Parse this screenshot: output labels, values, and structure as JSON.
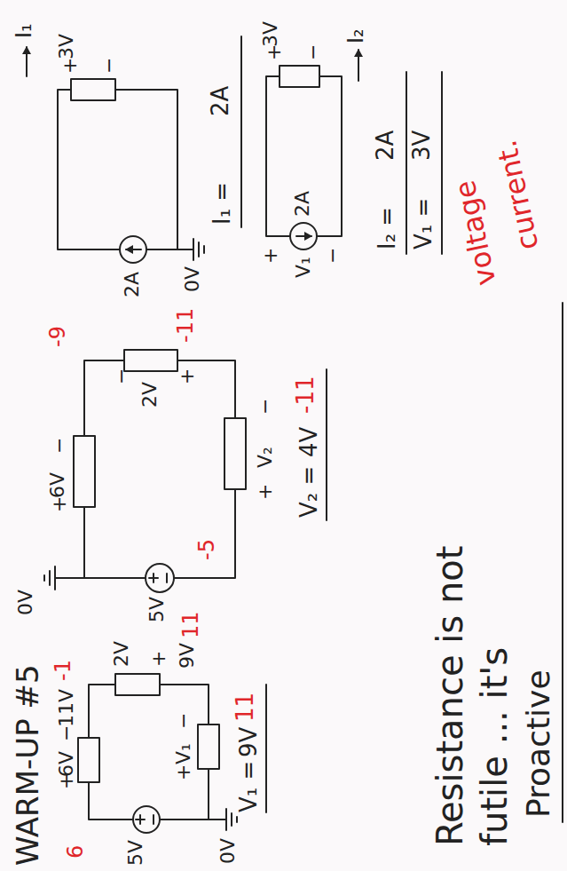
{
  "diagram": {
    "title": "WARM-UP #5",
    "labels": [
      "5V",
      "6",
      "+",
      "6V",
      "−",
      "11V",
      "-1",
      "2V",
      "+",
      "9V",
      "11",
      "+",
      "V₁",
      "−",
      "0V",
      "V₁ =",
      "9V",
      "11",
      "0V",
      "+",
      "6V",
      "−",
      "-9",
      "5V",
      "-5",
      "−",
      "2V",
      "+",
      "-11",
      "+",
      "V₂",
      "−",
      "V₂ =",
      "4V",
      "-11",
      "I₁",
      "+",
      "3V",
      "−",
      "2A",
      "0V",
      "I₁ =",
      "2A",
      "+",
      "3V",
      "−",
      "2A",
      "+",
      "V₁",
      "−",
      "I₂",
      "I₂ =",
      "2A",
      "V₁ =",
      "3V",
      "Resistance is not",
      "futile ... it's",
      "Proactive",
      "voltage",
      "current."
    ]
  }
}
